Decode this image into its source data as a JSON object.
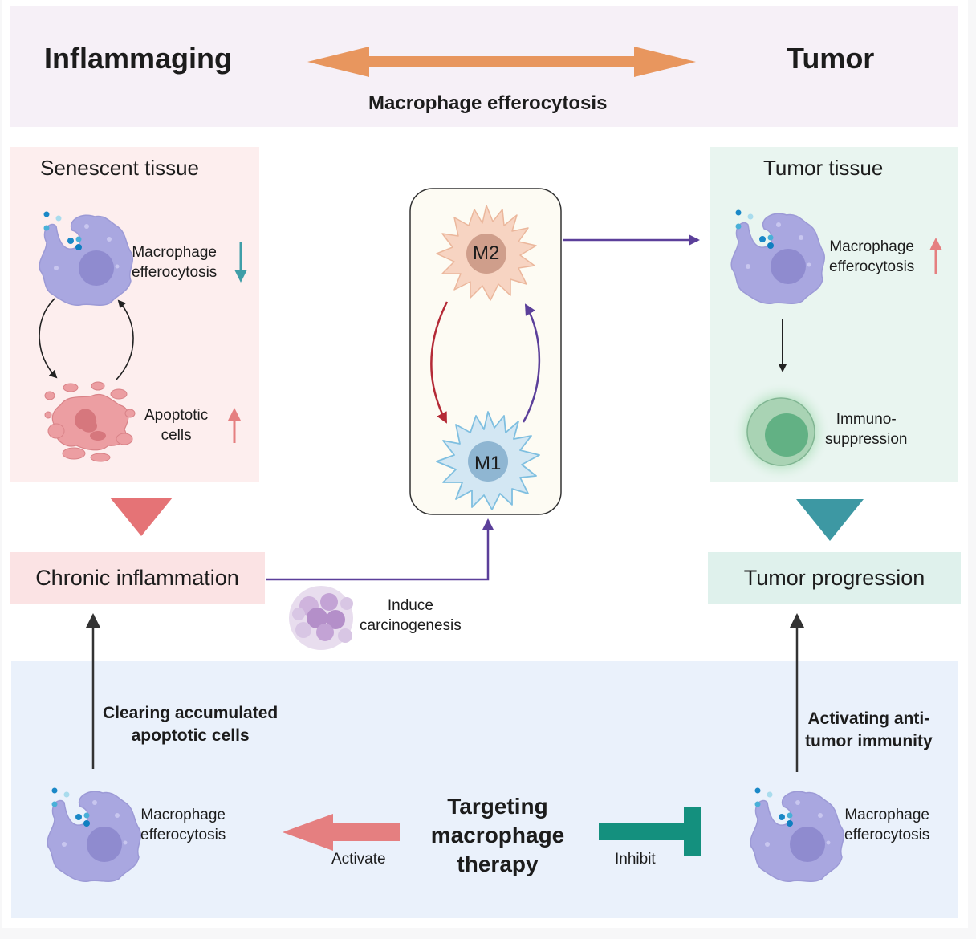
{
  "header": {
    "left_title": "Inflammaging",
    "right_title": "Tumor",
    "arrow_label": "Macrophage efferocytosis"
  },
  "senescent_panel": {
    "title": "Senescent tissue",
    "macrophage_label": [
      "Macrophage",
      "efferocytosis"
    ],
    "macrophage_trend": "down",
    "apoptotic_label": [
      "Apoptotic",
      "cells"
    ],
    "apoptotic_trend": "up"
  },
  "center": {
    "m2_label": "M2",
    "m1_label": "M1"
  },
  "tumor_panel": {
    "title": "Tumor tissue",
    "macrophage_label": [
      "Macrophage",
      "efferocytosis"
    ],
    "macrophage_trend": "up",
    "immuno_label": [
      "Immuno-",
      "suppression"
    ]
  },
  "outcomes": {
    "left": "Chronic inflammation",
    "right": "Tumor progression",
    "link_label": [
      "Induce",
      "carcinogenesis"
    ]
  },
  "therapy": {
    "title": [
      "Targeting",
      "macrophage",
      "therapy"
    ],
    "left_action": "Activate",
    "right_action": "Inhibit",
    "left_effect": [
      "Clearing accumulated",
      "apoptotic cells"
    ],
    "right_effect": [
      "Activating anti-",
      "tumor immunity"
    ],
    "left_cell_label": [
      "Macrophage",
      "efferocytosis"
    ],
    "right_cell_label": [
      "Macrophage",
      "efferocytosis"
    ]
  },
  "colors": {
    "orange_arrow": "#e8965e",
    "down_arrow": "#3f9ea8",
    "up_arrow": "#e57f80",
    "purple_arrow": "#5b3f9a",
    "red_arrow": "#b42a36",
    "teal_inhibit": "#14907e",
    "macrophage": "#a9a7e0",
    "m2_cell": "#f7d4c2",
    "m1_cell": "#d3e7f3"
  }
}
